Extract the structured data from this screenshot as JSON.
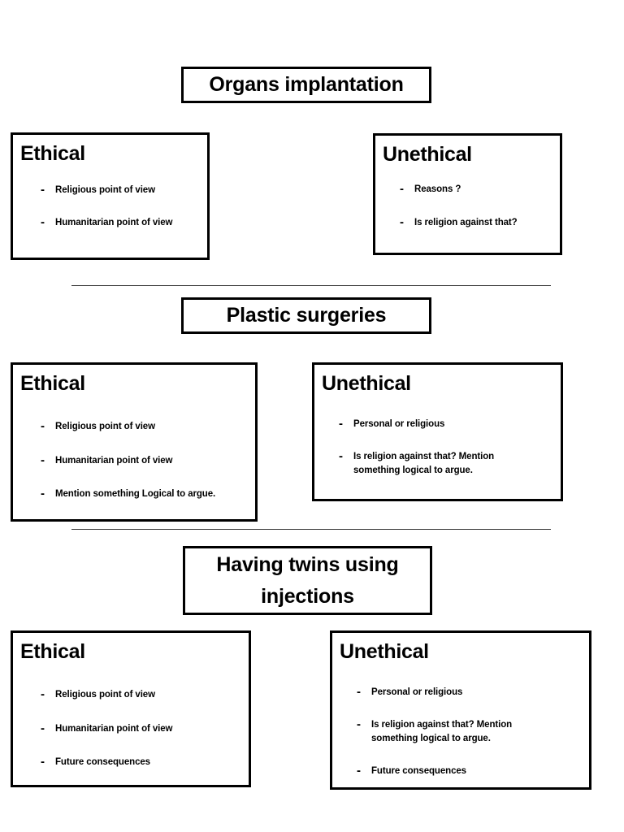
{
  "document": {
    "title": "Organs implantation",
    "bullet_marker": "-"
  },
  "sections": [
    {
      "title": "Organs implantation",
      "ethical": {
        "heading": "Ethical",
        "items": [
          "Religious point of view",
          "Humanitarian point of view"
        ]
      },
      "unethical": {
        "heading": "Unethical",
        "items": [
          "Reasons ?",
          "Is religion against that?"
        ]
      }
    },
    {
      "title": "Plastic surgeries",
      "ethical": {
        "heading": "Ethical",
        "items": [
          "Religious point of view",
          "Humanitarian point of view",
          "Mention something Logical to argue."
        ]
      },
      "unethical": {
        "heading": "Unethical",
        "items": [
          "Personal or religious",
          "Is religion against that? Mention something logical to argue."
        ]
      }
    },
    {
      "title": "Having twins using injections",
      "ethical": {
        "heading": "Ethical",
        "items": [
          "Religious point of view",
          "Humanitarian point of view",
          "Future consequences"
        ]
      },
      "unethical": {
        "heading": "Unethical",
        "items": [
          "Personal or religious",
          "Is religion against that? Mention something logical to argue.",
          "Future consequences"
        ]
      }
    }
  ]
}
